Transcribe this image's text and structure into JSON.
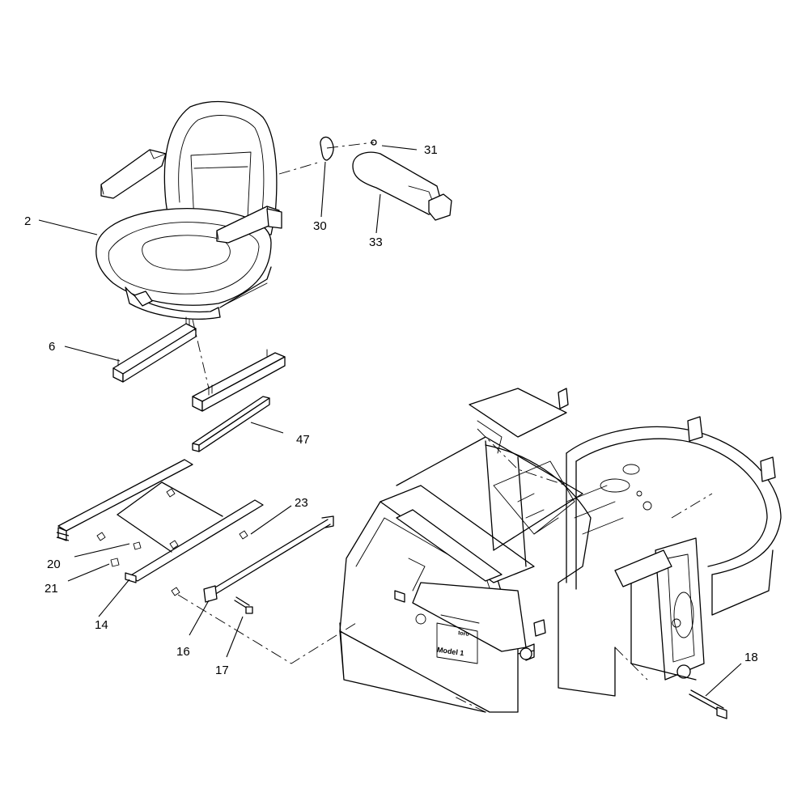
{
  "diagram": {
    "callouts": {
      "c2": "2",
      "c6": "6",
      "c47": "47",
      "c30": "30",
      "c31": "31",
      "c33": "33",
      "c23": "23",
      "c20": "20",
      "c21": "21",
      "c14": "14",
      "c16": "16",
      "c17": "17",
      "c18": "18"
    },
    "plate_text": {
      "model": "Model 1",
      "badge": "toro"
    }
  }
}
